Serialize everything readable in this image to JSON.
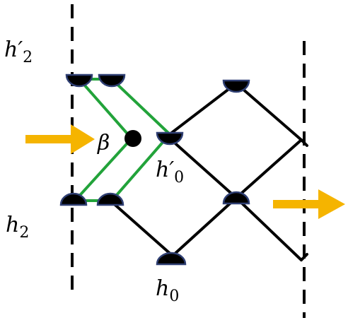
{
  "labels": {
    "h2_prime": {
      "base": "h",
      "prime": "′",
      "sub": "2"
    },
    "h2": {
      "base": "h",
      "sub": "2"
    },
    "h0_prime": {
      "base": "h",
      "prime": "′",
      "sub": "0"
    },
    "h0": {
      "base": "h",
      "sub": "0"
    },
    "beta": "β"
  },
  "colors": {
    "black_lines": "#000000",
    "green_lines": "#22a33a",
    "arrow": "#f5b400",
    "node_fill": "#000000",
    "node_edge": "#2f3f73"
  }
}
